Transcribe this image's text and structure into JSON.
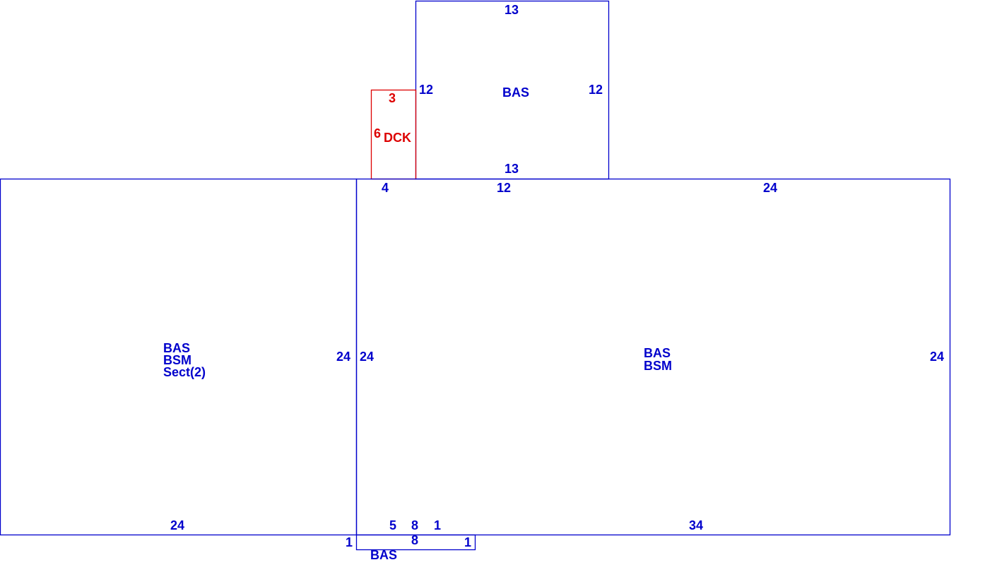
{
  "colors": {
    "blue": "#0000cc",
    "red": "#dd0000"
  },
  "top_bas": {
    "label": "BAS",
    "top": "13",
    "bottom": "13",
    "left": "12",
    "right": "12"
  },
  "deck": {
    "label": "DCK",
    "top": "3",
    "left": "6"
  },
  "left_section": {
    "lines": [
      "BAS",
      "BSM",
      "Sect(2)"
    ],
    "right": "24",
    "bottom": "24"
  },
  "main_section": {
    "lines": [
      "BAS",
      "BSM"
    ],
    "left": "24",
    "right": "24",
    "top_a": "4",
    "top_b": "12",
    "top_c": "24",
    "bottom_a": "5",
    "bottom_b": "8",
    "bottom_c": "1",
    "bottom_d": "34"
  },
  "small_bas": {
    "label": "BAS",
    "left": "1",
    "right": "1",
    "top": "8"
  }
}
